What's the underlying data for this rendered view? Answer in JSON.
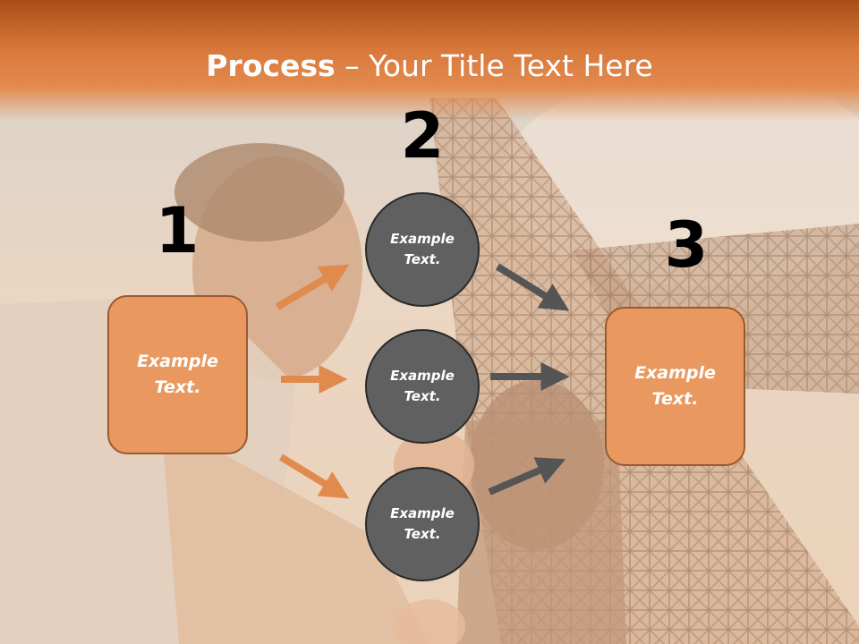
{
  "title": {
    "bold": "Process",
    "rest": " – Your Title Text Here"
  },
  "steps": {
    "one": {
      "number": "1",
      "label": "Example\nText."
    },
    "two": {
      "number": "2",
      "items": [
        {
          "label": "Example\nText."
        },
        {
          "label": "Example\nText."
        },
        {
          "label": "Example\nText."
        }
      ]
    },
    "three": {
      "number": "3",
      "label": "Example\nText."
    }
  },
  "colors": {
    "header": "#d7783a",
    "box_fill": "#e9995f",
    "circle_fill": "#606060",
    "orange_arrow": "#e08a4e",
    "gray_arrow": "#555555"
  }
}
